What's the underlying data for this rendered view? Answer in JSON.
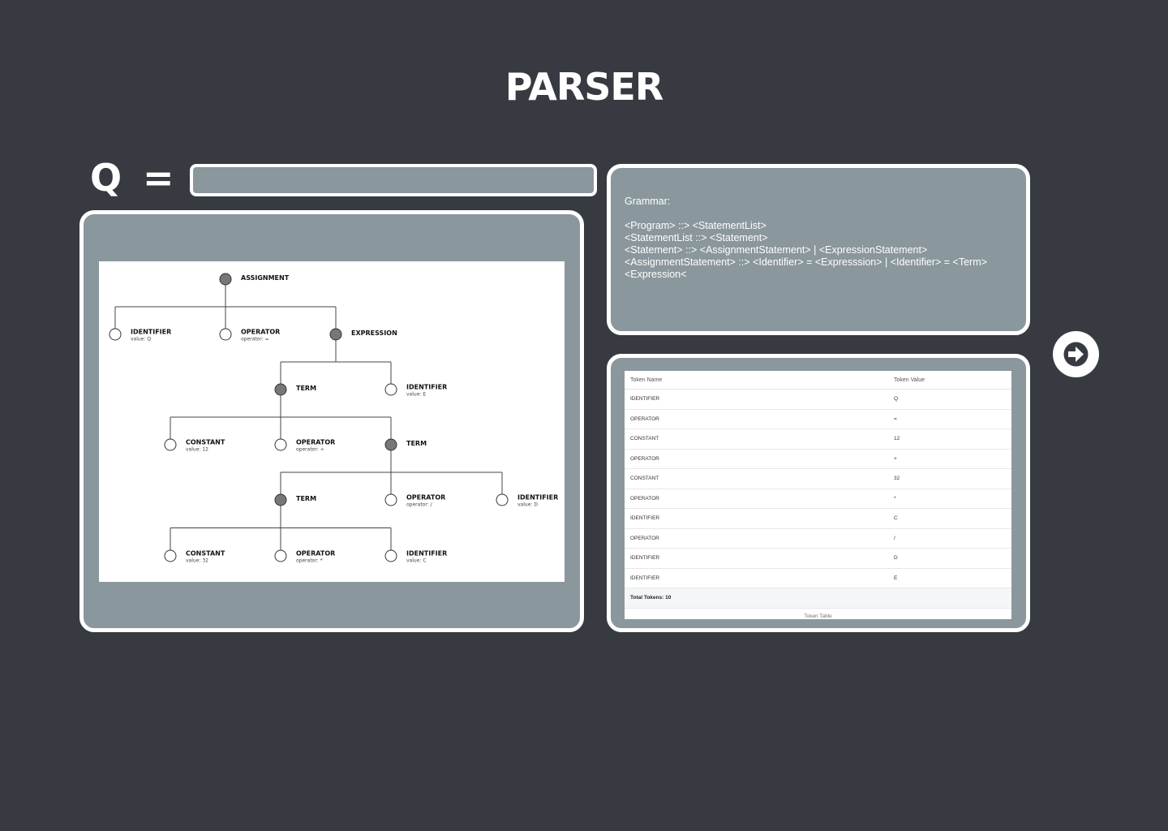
{
  "page": {
    "title": "PARSER"
  },
  "expression": {
    "variable": "Q",
    "equals": "=",
    "value": "",
    "placeholder": ""
  },
  "grammar": {
    "heading": "Grammar:",
    "lines": [
      "<Program> ::> <StatementList>",
      "<StatementList ::> <Statement>",
      "<Statement> ::> <AssignmentStatement> | <ExpressionStatement>",
      "<AssignmentStatement> ::> <Identifier> = <Expresssion> | <Identifier> = <Term>",
      "<Expression<"
    ]
  },
  "tree": {
    "nodes": [
      {
        "id": "n1",
        "type": "ASSIGNMENT",
        "detail": "",
        "filled": true
      },
      {
        "id": "n2",
        "type": "IDENTIFIER",
        "detail": "value: Q",
        "filled": false
      },
      {
        "id": "n3",
        "type": "OPERATOR",
        "detail": "operator: =",
        "filled": false
      },
      {
        "id": "n4",
        "type": "EXPRESSION",
        "detail": "",
        "filled": true
      },
      {
        "id": "n5",
        "type": "TERM",
        "detail": "",
        "filled": true
      },
      {
        "id": "n6",
        "type": "IDENTIFIER",
        "detail": "value: E",
        "filled": false
      },
      {
        "id": "n7",
        "type": "CONSTANT",
        "detail": "value: 12",
        "filled": false
      },
      {
        "id": "n8",
        "type": "OPERATOR",
        "detail": "operator: +",
        "filled": false
      },
      {
        "id": "n9",
        "type": "TERM",
        "detail": "",
        "filled": true
      },
      {
        "id": "n10",
        "type": "TERM",
        "detail": "",
        "filled": true
      },
      {
        "id": "n11",
        "type": "OPERATOR",
        "detail": "operator: /",
        "filled": false
      },
      {
        "id": "n12",
        "type": "IDENTIFIER",
        "detail": "value: D",
        "filled": false
      },
      {
        "id": "n13",
        "type": "CONSTANT",
        "detail": "value: 32",
        "filled": false
      },
      {
        "id": "n14",
        "type": "OPERATOR",
        "detail": "operator: *",
        "filled": false
      },
      {
        "id": "n15",
        "type": "IDENTIFIER",
        "detail": "value: C",
        "filled": false
      }
    ],
    "edges": [
      [
        "n1",
        "n2"
      ],
      [
        "n1",
        "n3"
      ],
      [
        "n1",
        "n4"
      ],
      [
        "n4",
        "n5"
      ],
      [
        "n4",
        "n6"
      ],
      [
        "n5",
        "n7"
      ],
      [
        "n5",
        "n8"
      ],
      [
        "n5",
        "n9"
      ],
      [
        "n9",
        "n10"
      ],
      [
        "n9",
        "n11"
      ],
      [
        "n9",
        "n12"
      ],
      [
        "n10",
        "n13"
      ],
      [
        "n10",
        "n14"
      ],
      [
        "n10",
        "n15"
      ]
    ]
  },
  "tokens": {
    "columns": [
      "Token Name",
      "Token Value"
    ],
    "rows": [
      [
        "IDENTIFIER",
        "Q"
      ],
      [
        "OPERATOR",
        "="
      ],
      [
        "CONSTANT",
        "12"
      ],
      [
        "OPERATOR",
        "+"
      ],
      [
        "CONSTANT",
        "32"
      ],
      [
        "OPERATOR",
        "*"
      ],
      [
        "IDENTIFIER",
        "C"
      ],
      [
        "OPERATOR",
        "/"
      ],
      [
        "IDENTIFIER",
        "D"
      ],
      [
        "IDENTIFIER",
        "E"
      ]
    ],
    "total": "Total Tokens: 10",
    "caption": "Token Table"
  },
  "colors": {
    "background": "#373a41",
    "panel": "#8a979d",
    "border": "#ffffff",
    "node_filled": "#777777"
  },
  "icons": {
    "next": "arrow-right-circle-icon"
  }
}
